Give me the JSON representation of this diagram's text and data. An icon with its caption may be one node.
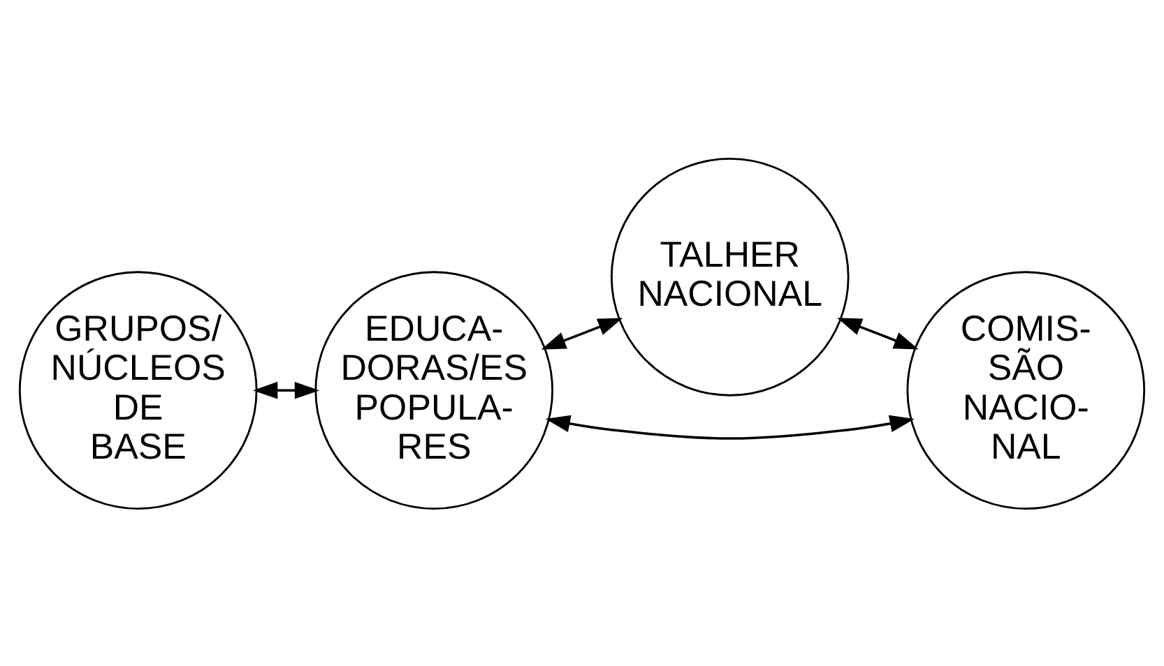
{
  "diagram": {
    "nodes": [
      {
        "text": [
          "GRUPOS/ NÚCLEOS DE BASE"
        ]
      },
      {
        "text": [
          "EDUCA- DORAS/ES POPULA- RES"
        ]
      },
      {
        "text": [
          "TALHER NACIONAL"
        ]
      },
      {
        "text": [
          "COMIS- SÃO NACIO- NAL"
        ]
      }
    ],
    "edges": [
      {
        "from": 0,
        "to": 1,
        "arrow": "both"
      },
      {
        "from": 1,
        "to": 2,
        "arrow": "both"
      },
      {
        "from": 1,
        "to": 3,
        "arrow": "both"
      },
      {
        "from": 2,
        "to": 3,
        "arrow": "both"
      }
    ]
  }
}
